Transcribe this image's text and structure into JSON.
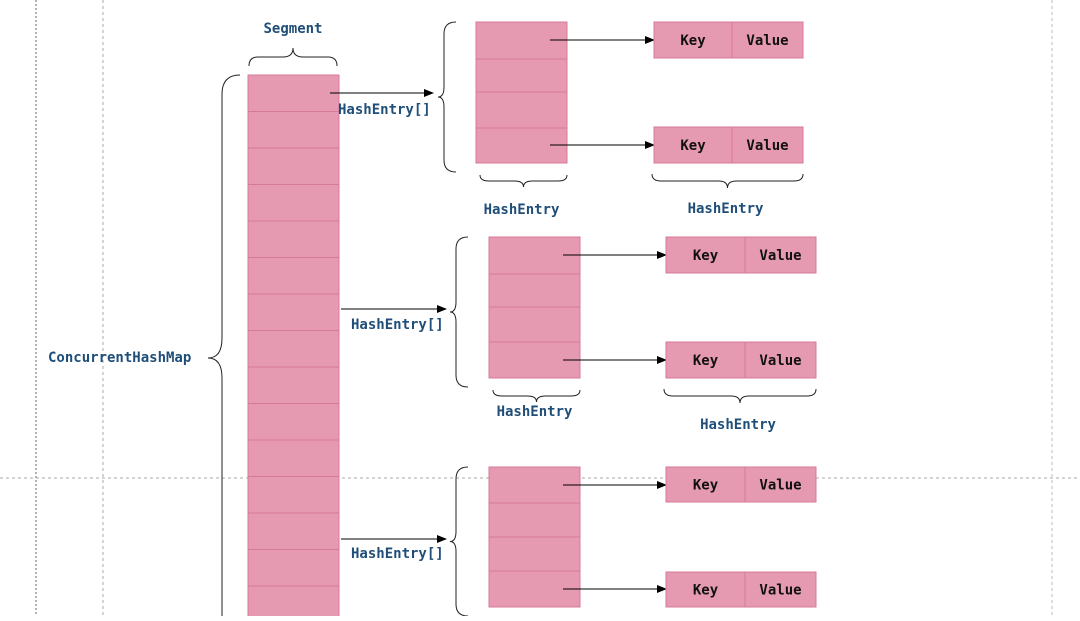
{
  "labels": {
    "segment": "Segment",
    "concurrent_hash_map": "ConcurrentHashMap",
    "hash_entry_array": "HashEntry[]",
    "hash_entry": "HashEntry",
    "key": "Key",
    "value": "Value"
  },
  "colors": {
    "cell_fill": "#e59ab1",
    "cell_stroke": "#d77a96",
    "label_text": "#1f4e79",
    "guide_line": "#aaaaaa"
  },
  "structure": {
    "segment_cells": 15,
    "tables": 3,
    "entries_per_table": 4
  }
}
